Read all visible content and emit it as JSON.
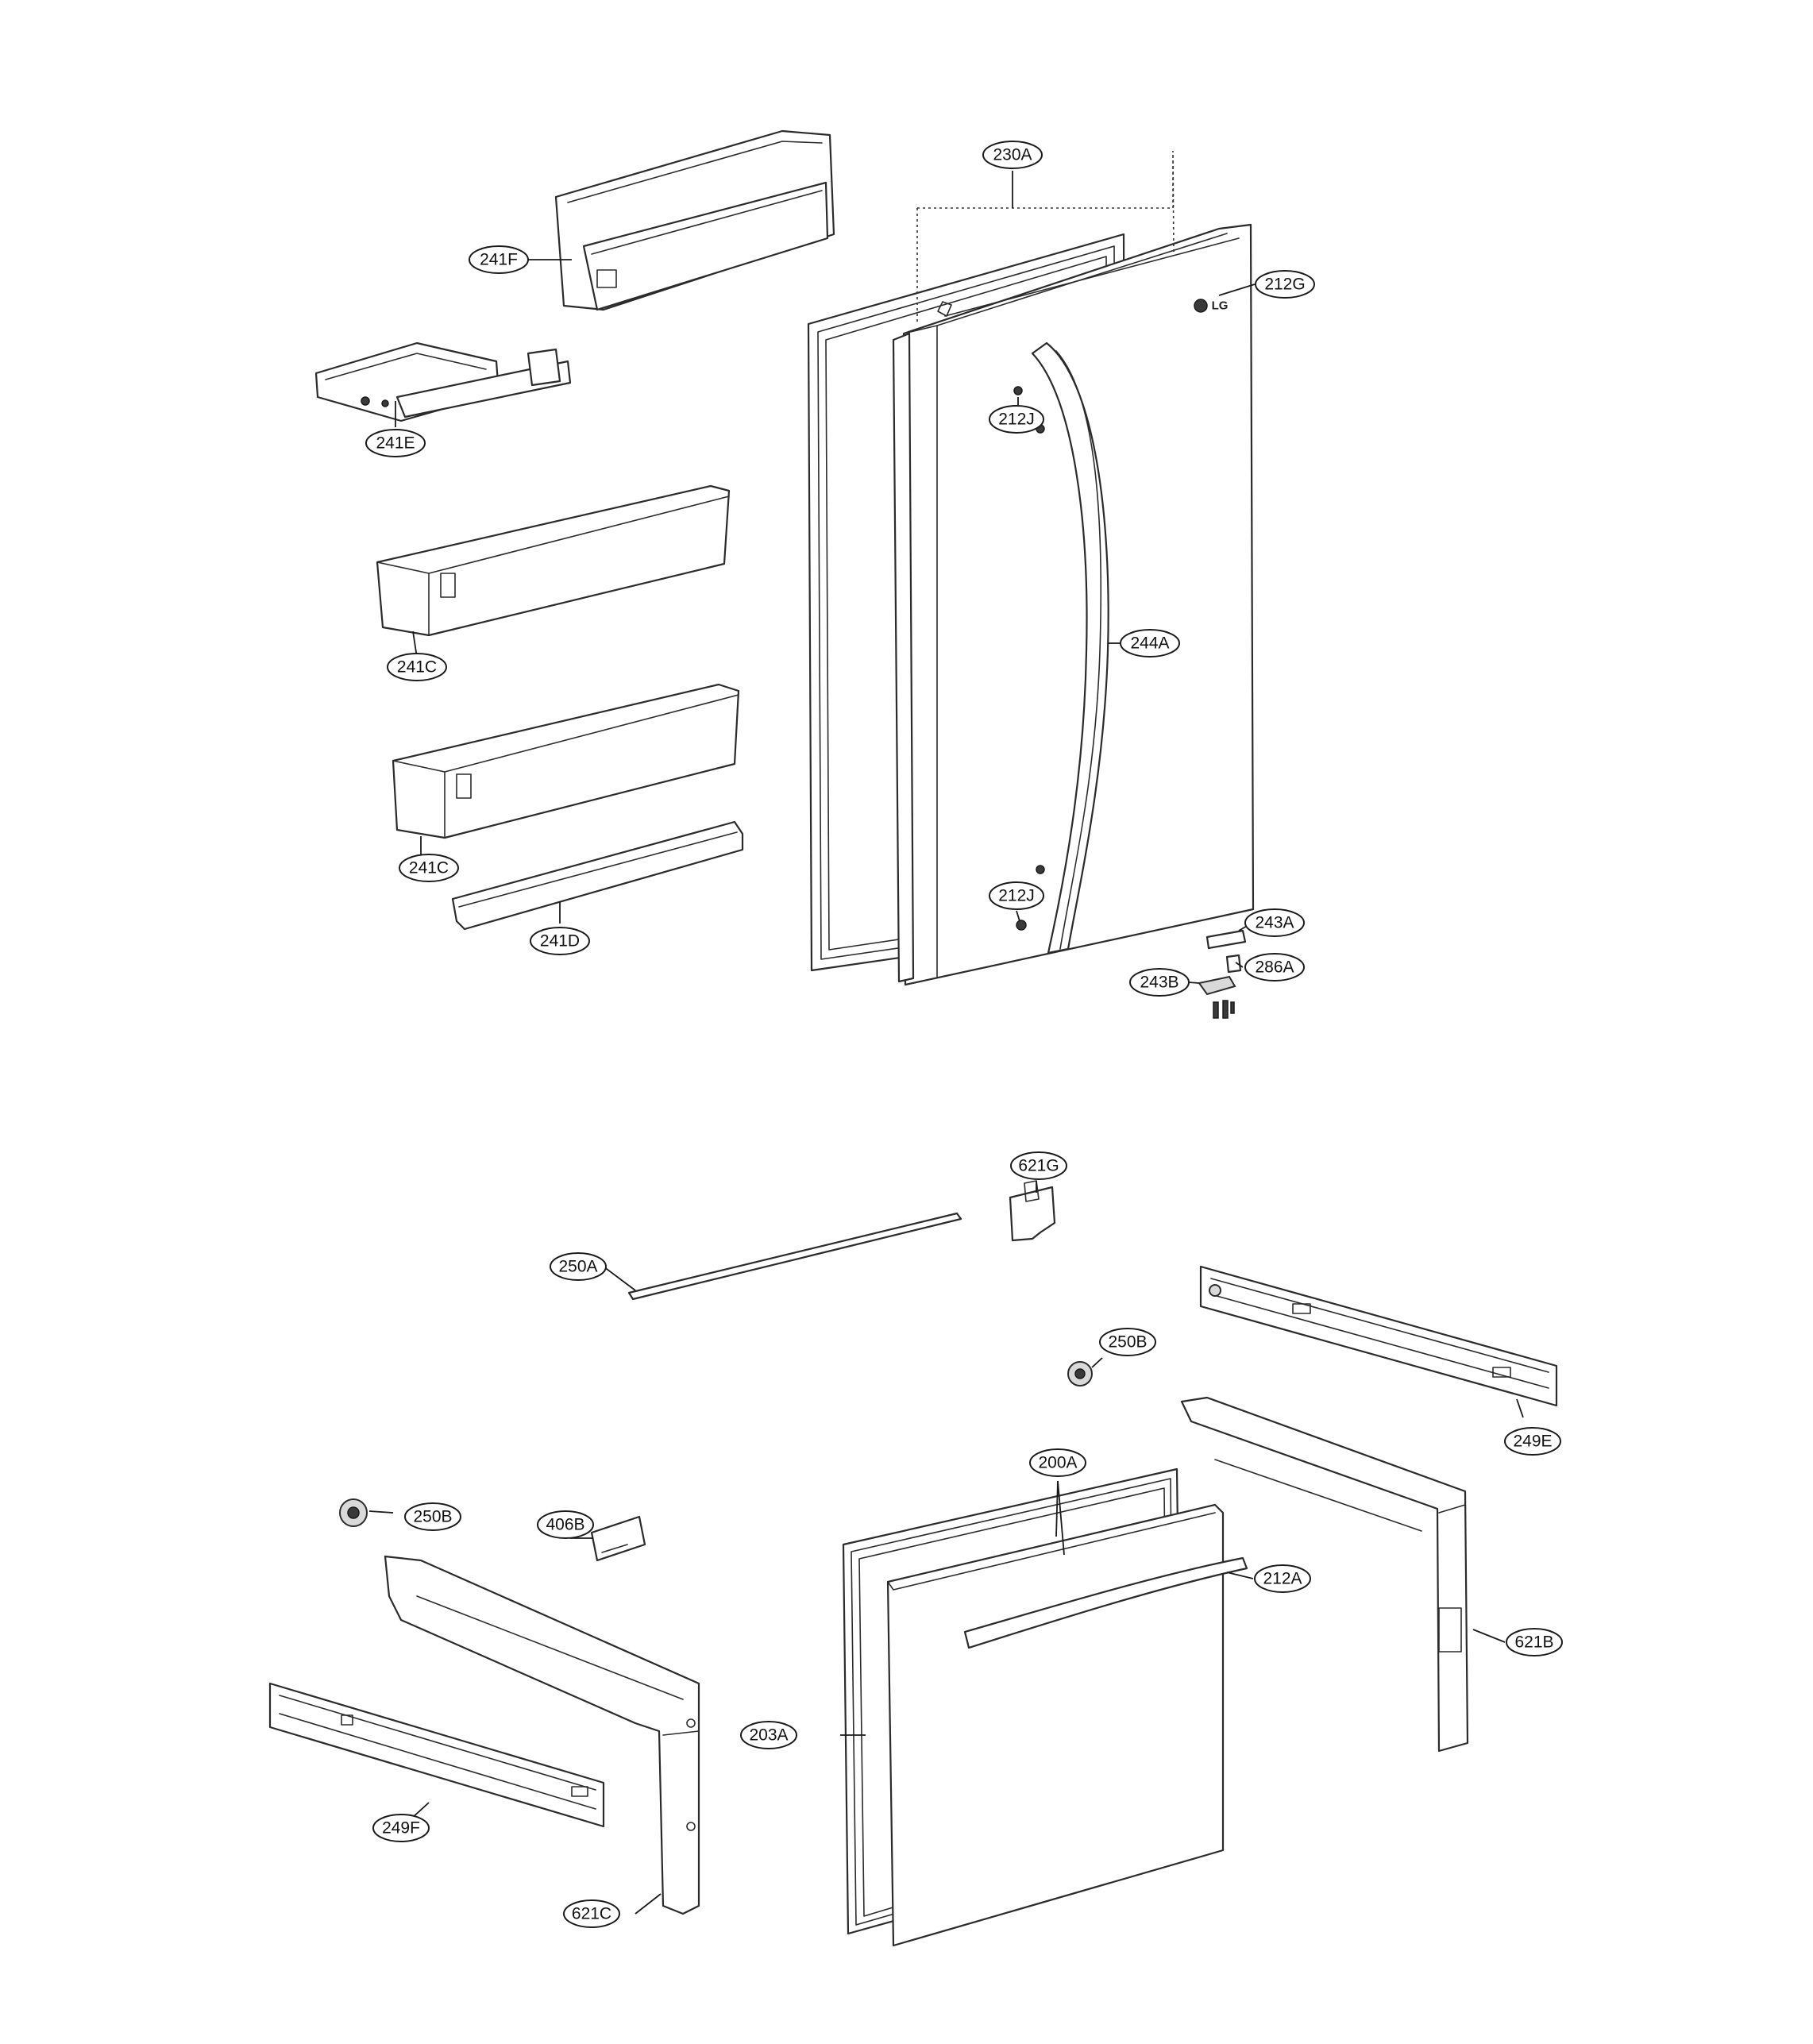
{
  "parts": {
    "p230A": "230A",
    "p212G": "212G",
    "p241F": "241F",
    "p241E": "241E",
    "p212J_top": "212J",
    "p244A": "244A",
    "p241C_upper": "241C",
    "p241C_lower": "241C",
    "p212J_bottom": "212J",
    "p243A": "243A",
    "p241D": "241D",
    "p243B": "243B",
    "p286A": "286A",
    "p621G": "621G",
    "p250A": "250A",
    "p250B_right": "250B",
    "p249E": "249E",
    "p200A": "200A",
    "p250B_left": "250B",
    "p406B": "406B",
    "p212A": "212A",
    "p621B": "621B",
    "p203A": "203A",
    "p249F": "249F",
    "p621C": "621C"
  },
  "brand_mark": "LG"
}
